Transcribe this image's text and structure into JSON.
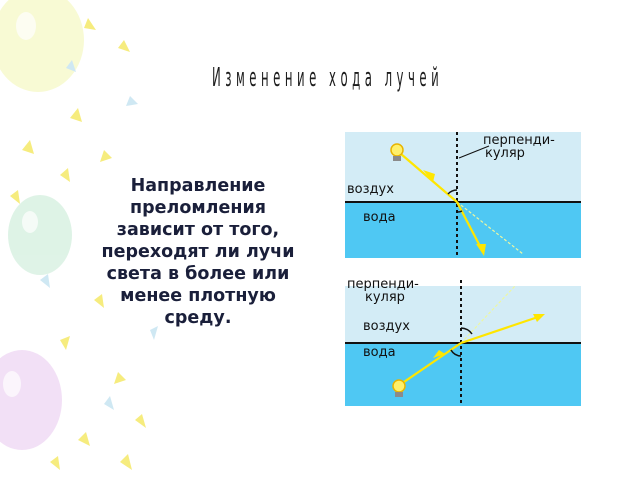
{
  "slide": {
    "title": "Изменение хода лучей",
    "text": "Направление\nпреломления\nзависит от того,\nпереходят ли лучи\nсвета в более или\nменее плотную\nсреду."
  },
  "diagram_top": {
    "perp_line1": "перпенди-",
    "perp_line2": "куляр",
    "air": "воздух",
    "water": "вода"
  },
  "diagram_bottom": {
    "perp_line1": "перпенди-",
    "perp_line2": "куляр",
    "air": "воздух",
    "water": "вода"
  },
  "colors": {
    "air": "#d3ecf6",
    "water": "#4fc8f3",
    "ray": "#ffe600",
    "boundary": "#111111"
  },
  "icons": [
    "balloon-icon",
    "confetti-icon",
    "light-bulb-icon",
    "angle-arc-icon"
  ]
}
